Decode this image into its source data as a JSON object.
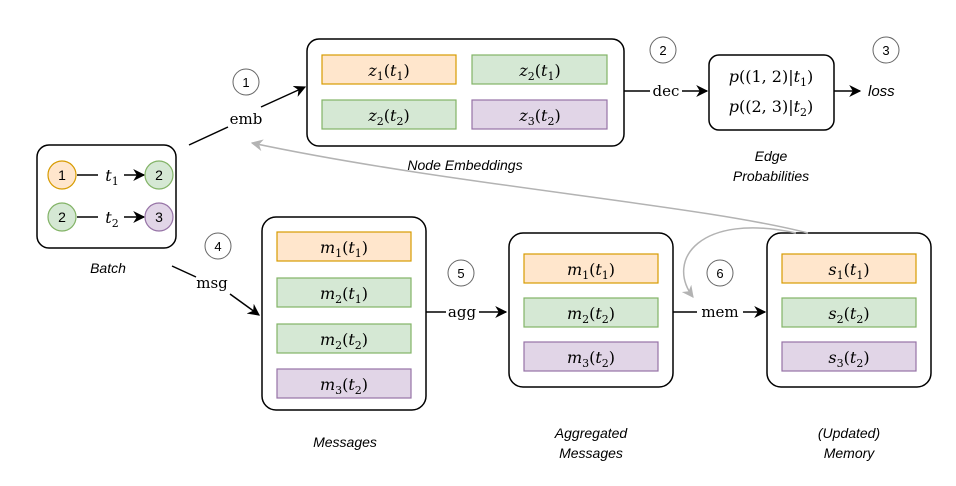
{
  "colors": {
    "orange_fill": "#ffe6cc",
    "orange_stroke": "#d79b00",
    "green_fill": "#d5e8d4",
    "green_stroke": "#82b366",
    "purple_fill": "#e1d5e7",
    "purple_stroke": "#9673a6",
    "gray_arrow": "#b3b3b3"
  },
  "steps": [
    "1",
    "2",
    "3",
    "4",
    "5",
    "6"
  ],
  "edge_labels": {
    "emb": "emb",
    "dec": "dec",
    "msg": "msg",
    "agg": "agg",
    "mem": "mem"
  },
  "loss_label": "loss",
  "batch": {
    "caption": "Batch",
    "events": [
      {
        "src": "1",
        "src_color": "orange",
        "time": "t1",
        "dst": "2",
        "dst_color": "green"
      },
      {
        "src": "2",
        "src_color": "green",
        "time": "t2",
        "dst": "3",
        "dst_color": "purple"
      }
    ]
  },
  "node_embeddings": {
    "caption": "Node Embeddings",
    "items": [
      {
        "label": "z1(t1)",
        "color": "orange"
      },
      {
        "label": "z2(t1)",
        "color": "green"
      },
      {
        "label": "z2(t2)",
        "color": "green"
      },
      {
        "label": "z3(t2)",
        "color": "purple"
      }
    ]
  },
  "edge_probabilities": {
    "caption_line1": "Edge",
    "caption_line2": "Probabilities",
    "items": [
      "p((1, 2)|t1)",
      "p((2, 3)|t2)"
    ]
  },
  "messages": {
    "caption": "Messages",
    "items": [
      {
        "label": "m1(t1)",
        "color": "orange"
      },
      {
        "label": "m2(t1)",
        "color": "green"
      },
      {
        "label": "m2(t2)",
        "color": "green"
      },
      {
        "label": "m3(t2)",
        "color": "purple"
      }
    ]
  },
  "aggregated_messages": {
    "caption_line1": "Aggregated",
    "caption_line2": "Messages",
    "items": [
      {
        "label": "m1(t1)",
        "color": "orange"
      },
      {
        "label": "m2(t2)",
        "color": "green"
      },
      {
        "label": "m3(t2)",
        "color": "purple"
      }
    ]
  },
  "memory": {
    "caption_line1": "(Updated)",
    "caption_line2": "Memory",
    "items": [
      {
        "label": "s1(t1)",
        "color": "orange"
      },
      {
        "label": "s2(t2)",
        "color": "green"
      },
      {
        "label": "s3(t2)",
        "color": "purple"
      }
    ]
  }
}
